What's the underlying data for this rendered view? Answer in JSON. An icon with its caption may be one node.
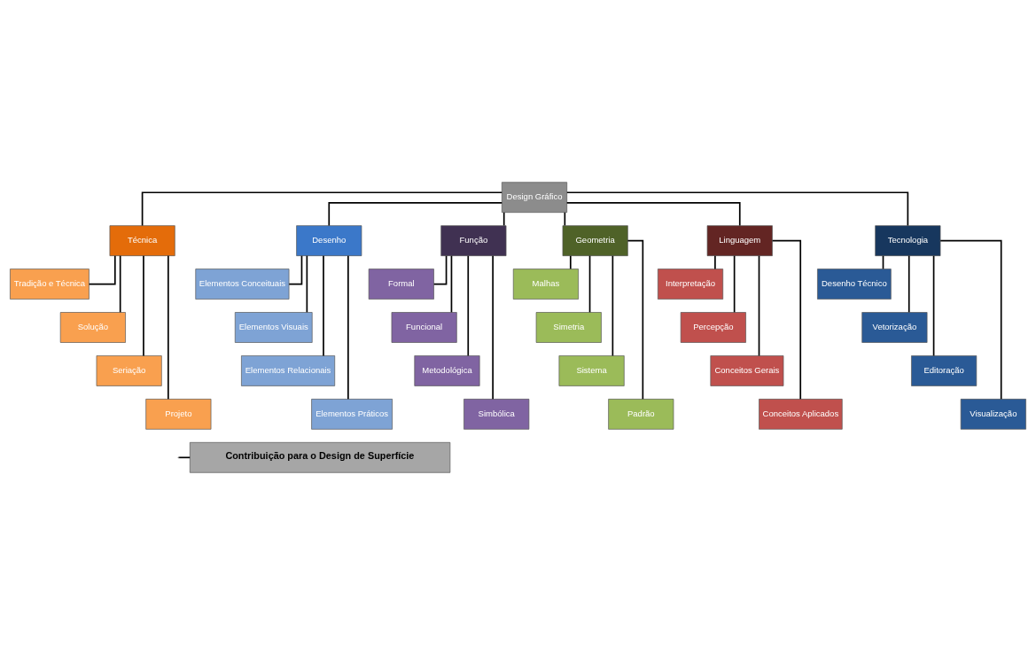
{
  "diagram": {
    "nodes": [
      {
        "text": [
          "Design Gráfico"
        ]
      },
      {
        "text": [
          "Técnica"
        ]
      },
      {
        "text": [
          "Tradição e Técnica"
        ]
      },
      {
        "text": [
          "Solução"
        ]
      },
      {
        "text": [
          "Seriação"
        ]
      },
      {
        "text": [
          "Projeto"
        ]
      },
      {
        "text": [
          "Desenho"
        ]
      },
      {
        "text": [
          "Elementos Conceituais"
        ]
      },
      {
        "text": [
          "Elementos Visuais"
        ]
      },
      {
        "text": [
          "Elementos Relacionais"
        ]
      },
      {
        "text": [
          "Elementos Práticos"
        ]
      },
      {
        "text": [
          "Função"
        ]
      },
      {
        "text": [
          "Formal"
        ]
      },
      {
        "text": [
          "Funcional"
        ]
      },
      {
        "text": [
          "Metodológica"
        ]
      },
      {
        "text": [
          "Simbólica"
        ]
      },
      {
        "text": [
          "Geometria"
        ]
      },
      {
        "text": [
          "Malhas"
        ]
      },
      {
        "text": [
          "Simetria"
        ]
      },
      {
        "text": [
          "Sistema"
        ]
      },
      {
        "text": [
          "Padrão"
        ]
      },
      {
        "text": [
          "Linguagem"
        ]
      },
      {
        "text": [
          "Interpretação"
        ]
      },
      {
        "text": [
          "Percepção"
        ]
      },
      {
        "text": [
          "Conceitos Gerais"
        ]
      },
      {
        "text": [
          "Conceitos Aplicados"
        ]
      },
      {
        "text": [
          "Tecnologia"
        ]
      },
      {
        "text": [
          "Desenho Técnico"
        ]
      },
      {
        "text": [
          "Vetorização"
        ]
      },
      {
        "text": [
          "Editoração"
        ]
      },
      {
        "text": [
          "Visualização"
        ]
      },
      {
        "text": [
          "Contribuição para o Design de Superfície"
        ]
      }
    ],
    "edges": [
      {
        "from": 0,
        "to": 1,
        "arrow": "none"
      },
      {
        "from": 0,
        "to": 6,
        "arrow": "none"
      },
      {
        "from": 0,
        "to": 11,
        "arrow": "none"
      },
      {
        "from": 0,
        "to": 16,
        "arrow": "none"
      },
      {
        "from": 0,
        "to": 21,
        "arrow": "none"
      },
      {
        "from": 0,
        "to": 26,
        "arrow": "none"
      },
      {
        "from": 1,
        "to": 2,
        "arrow": "none"
      },
      {
        "from": 1,
        "to": 3,
        "arrow": "none"
      },
      {
        "from": 1,
        "to": 4,
        "arrow": "none"
      },
      {
        "from": 1,
        "to": 5,
        "arrow": "none"
      },
      {
        "from": 6,
        "to": 7,
        "arrow": "none"
      },
      {
        "from": 6,
        "to": 8,
        "arrow": "none"
      },
      {
        "from": 6,
        "to": 9,
        "arrow": "none"
      },
      {
        "from": 6,
        "to": 10,
        "arrow": "none"
      },
      {
        "from": 11,
        "to": 12,
        "arrow": "none"
      },
      {
        "from": 11,
        "to": 13,
        "arrow": "none"
      },
      {
        "from": 11,
        "to": 14,
        "arrow": "none"
      },
      {
        "from": 11,
        "to": 15,
        "arrow": "none"
      },
      {
        "from": 16,
        "to": 17,
        "arrow": "none"
      },
      {
        "from": 16,
        "to": 18,
        "arrow": "none"
      },
      {
        "from": 16,
        "to": 19,
        "arrow": "none"
      },
      {
        "from": 16,
        "to": 20,
        "arrow": "none"
      },
      {
        "from": 21,
        "to": 22,
        "arrow": "none"
      },
      {
        "from": 21,
        "to": 23,
        "arrow": "none"
      },
      {
        "from": 21,
        "to": 24,
        "arrow": "none"
      },
      {
        "from": 21,
        "to": 25,
        "arrow": "none"
      },
      {
        "from": 26,
        "to": 27,
        "arrow": "none"
      },
      {
        "from": 26,
        "to": 28,
        "arrow": "none"
      },
      {
        "from": 26,
        "to": 29,
        "arrow": "none"
      },
      {
        "from": 26,
        "to": 30,
        "arrow": "none"
      },
      {
        "from": null,
        "to": 31,
        "arrow": "none"
      }
    ]
  }
}
